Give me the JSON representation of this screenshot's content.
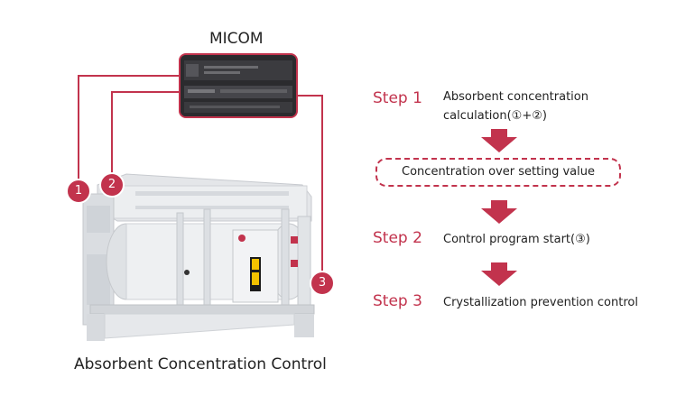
{
  "micom": {
    "label": "MICOM"
  },
  "badges": [
    "1",
    "2",
    "3"
  ],
  "caption": "Absorbent Concentration Control",
  "steps": [
    {
      "label": "Step 1",
      "text_line1": "Absorbent concentration",
      "text_line2": "calculation(①+②)"
    },
    {
      "label": "Step 2",
      "text": "Control program start(③)"
    },
    {
      "label": "Step 3",
      "text": "Crystallization prevention control"
    }
  ],
  "condition": "Concentration over setting value",
  "colors": {
    "accent": "#c2334d",
    "text": "#222222"
  }
}
